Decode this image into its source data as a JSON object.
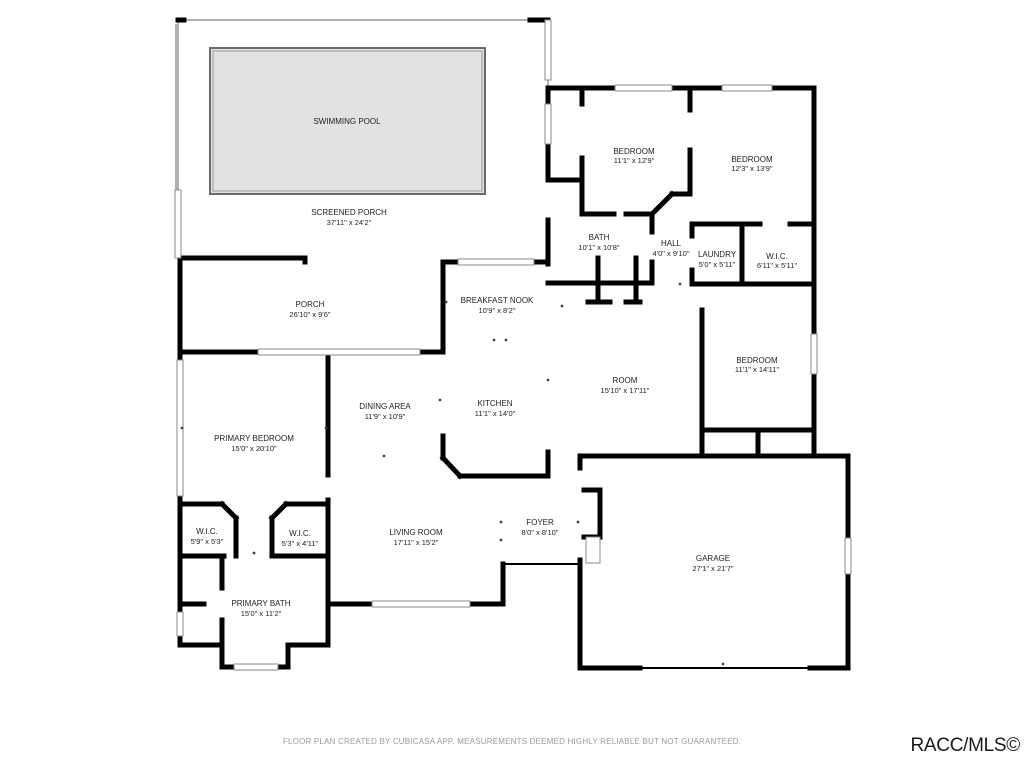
{
  "rooms": {
    "pool": {
      "name": "SWIMMING POOL",
      "dim": ""
    },
    "screened_porch": {
      "name": "SCREENED PORCH",
      "dim": "37'11\" x 24'2\""
    },
    "porch": {
      "name": "PORCH",
      "dim": "26'10\" x 9'6\""
    },
    "breakfast_nook": {
      "name": "BREAKFAST NOOK",
      "dim": "10'9\" x 8'2\""
    },
    "bedroom_2": {
      "name": "BEDROOM",
      "dim": "11'1\" x 12'9\""
    },
    "bedroom_3": {
      "name": "BEDROOM",
      "dim": "12'3\" x 13'9\""
    },
    "bath": {
      "name": "BATH",
      "dim": "10'1\" x 10'8\""
    },
    "hall": {
      "name": "HALL",
      "dim": "4'0\" x 9'10\""
    },
    "laundry": {
      "name": "LAUNDRY",
      "dim": "5'0\" x 5'11\""
    },
    "wic_hall": {
      "name": "W.I.C.",
      "dim": "6'11\" x 5'11\""
    },
    "room": {
      "name": "ROOM",
      "dim": "15'10\" x 17'11\""
    },
    "bedroom_4": {
      "name": "BEDROOM",
      "dim": "11'1\" x 14'11\""
    },
    "dining": {
      "name": "DINING AREA",
      "dim": "11'9\" x 10'9\""
    },
    "kitchen": {
      "name": "KITCHEN",
      "dim": "11'1\" x 14'0\""
    },
    "primary_bedroom": {
      "name": "PRIMARY BEDROOM",
      "dim": "15'0\" x 20'10\""
    },
    "wic_left": {
      "name": "W.I.C.",
      "dim": "5'9\" x 5'3\""
    },
    "wic_right": {
      "name": "W.I.C.",
      "dim": "5'3\" x 4'11\""
    },
    "living_room": {
      "name": "LIVING ROOM",
      "dim": "17'11\" x 15'2\""
    },
    "foyer": {
      "name": "FOYER",
      "dim": "8'0\" x 8'10\""
    },
    "garage": {
      "name": "GARAGE",
      "dim": "27'1\" x 21'7\""
    },
    "primary_bath": {
      "name": "PRIMARY BATH",
      "dim": "15'0\" x 11'2\""
    }
  },
  "footer": "FLOOR PLAN CREATED BY CUBICASA APP. MEASUREMENTS DEEMED HIGHLY RELIABLE BUT NOT GUARANTEED.",
  "brand": "RACC/MLS©",
  "colors": {
    "wall": "#000000",
    "pool": "#e2e2e2",
    "screen": "#b0b0b0",
    "footer_text": "#9a9a9a"
  }
}
